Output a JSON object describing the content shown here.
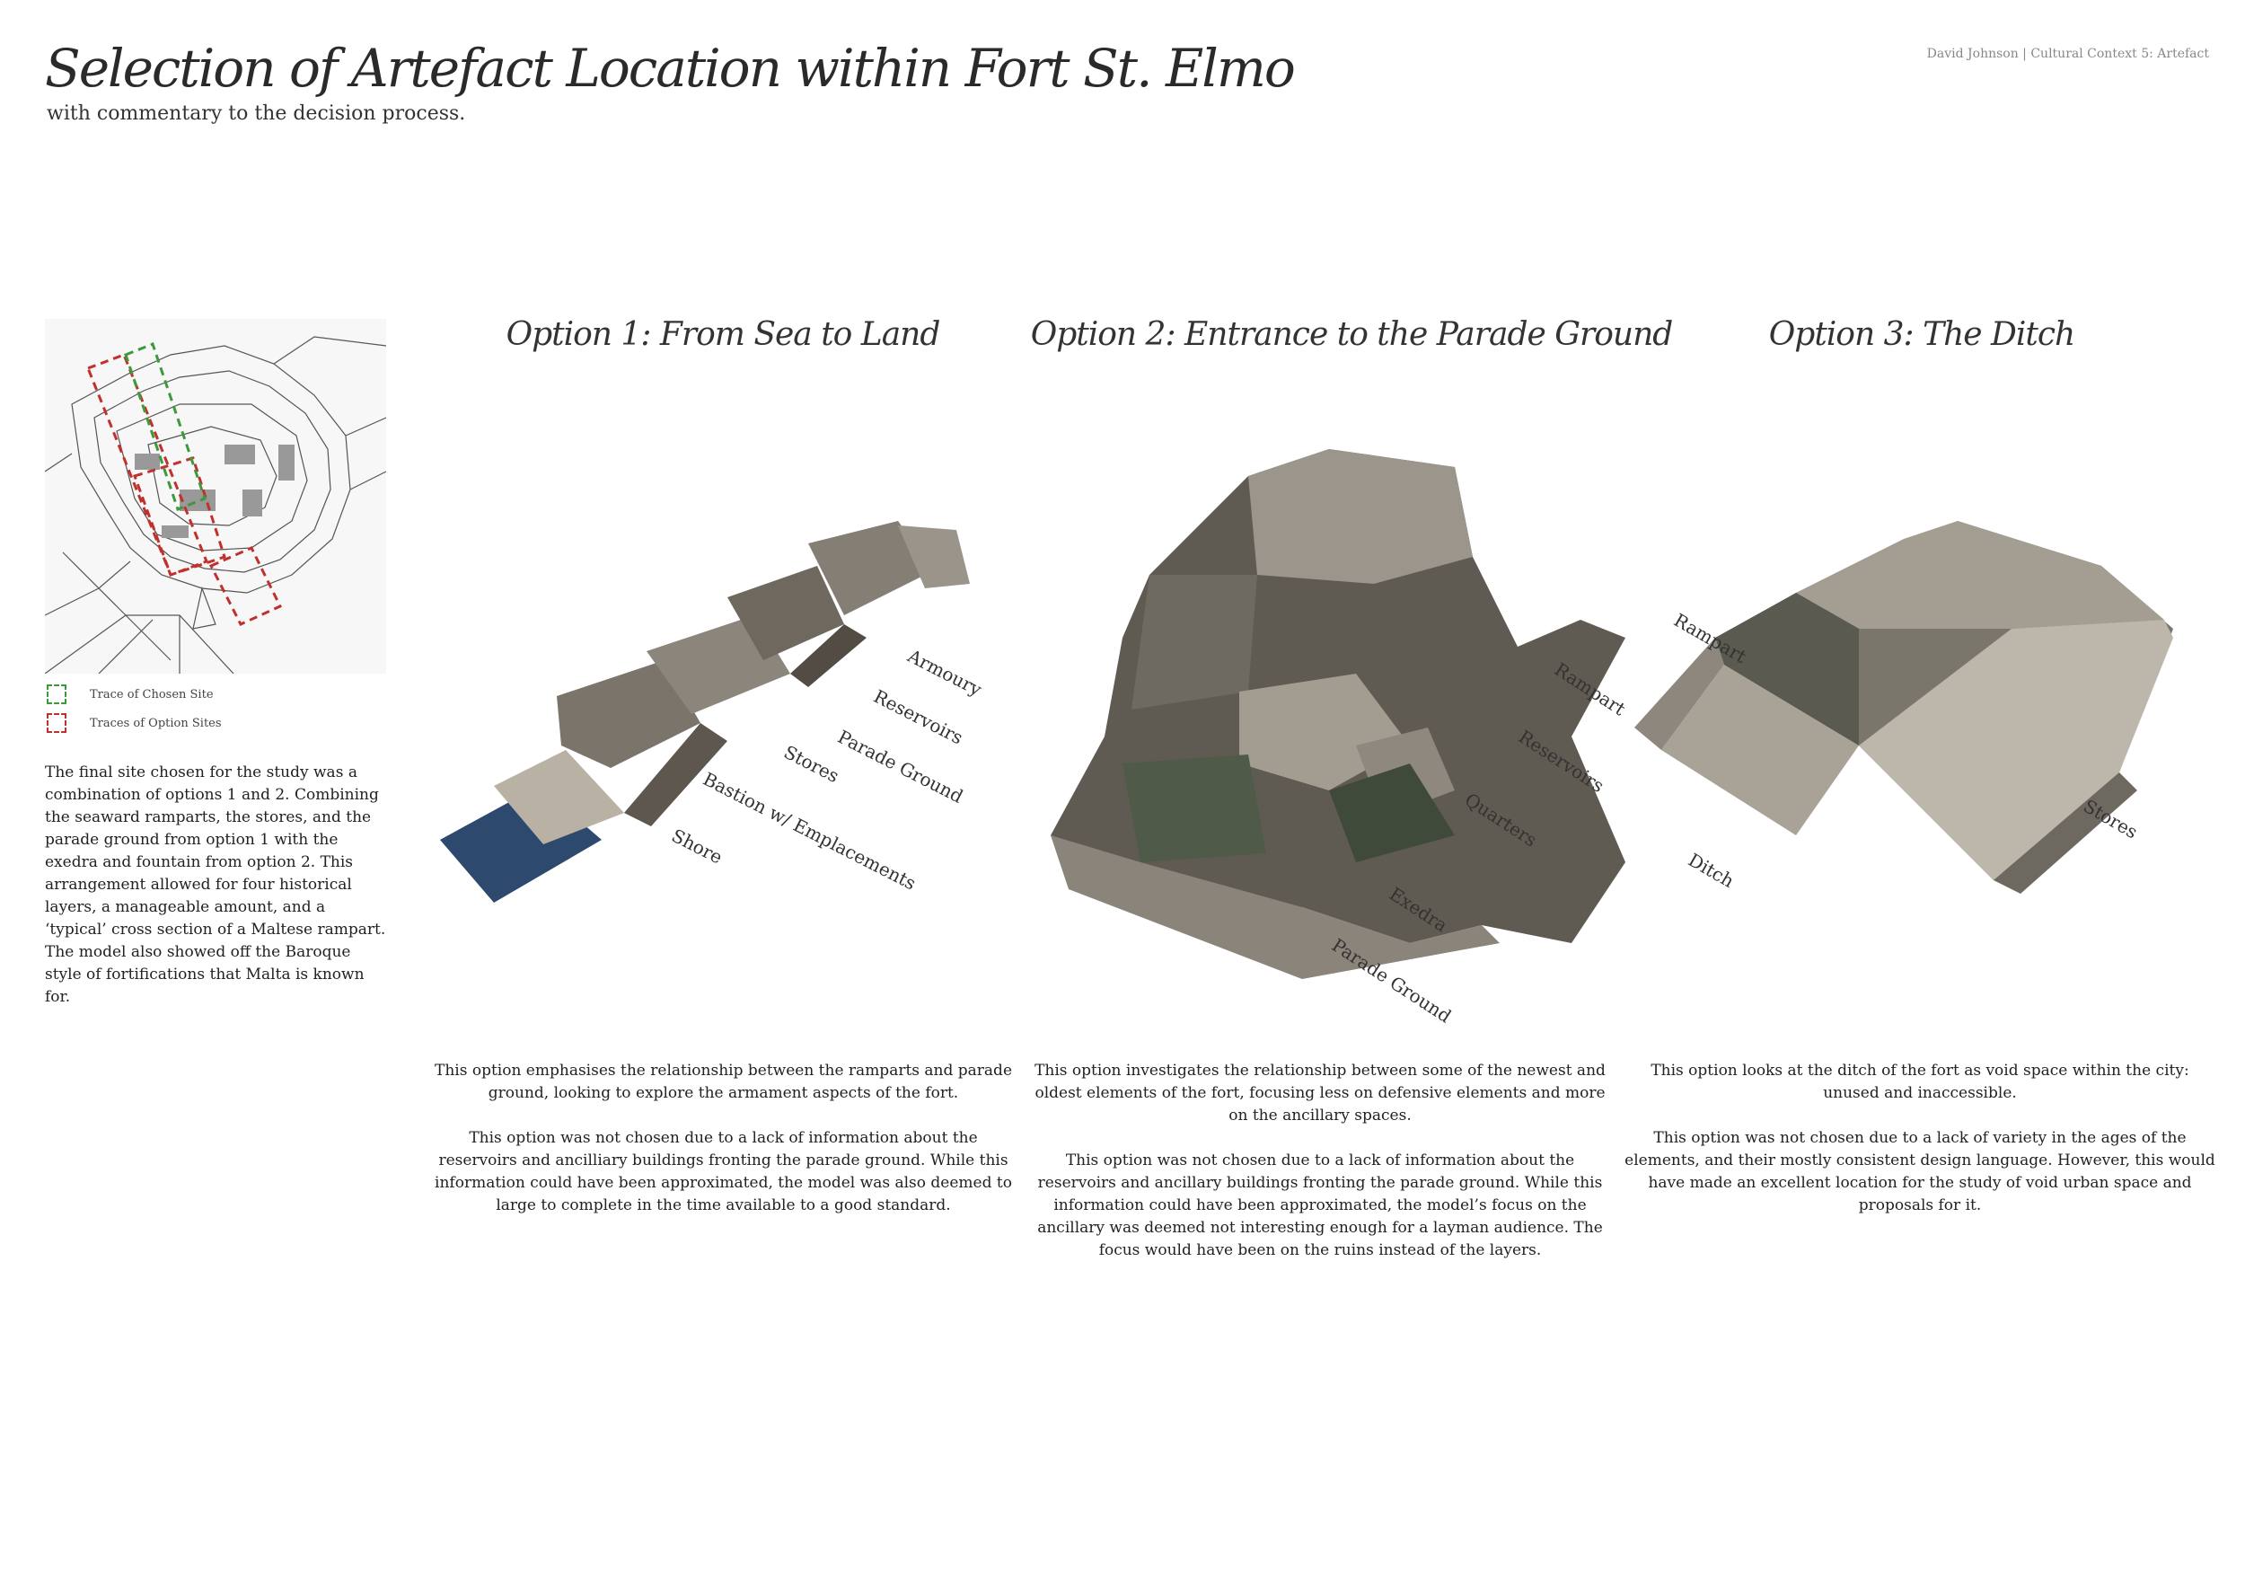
{
  "header": {
    "title": "Selection of Artefact Location within Fort St. Elmo",
    "subtitle": "with commentary to the decision process.",
    "credit": "David Johnson | Cultural Context 5: Artefact"
  },
  "legend": {
    "chosen": "Trace of Chosen Site",
    "options": "Traces of Option Sites"
  },
  "summary": "The final site chosen for the study was a combination of options 1 and 2. Combining the seaward ramparts, the stores, and the parade ground from option 1 with the exedra and fountain from option 2. This arrangement allowed for four historical layers, a manageable amount, and a ‘typical’ cross section of a Maltese rampart. The model also showed off the Baroque style of fortifications that Malta is known for.",
  "options": [
    {
      "heading": "Option 1: From Sea to Land",
      "labels": [
        "Armoury",
        "Reservoirs",
        "Parade Ground",
        "Stores",
        "Bastion w/ Emplacements",
        "Shore"
      ],
      "paragraphs": [
        "This option emphasises the relationship between the ramparts and parade ground, looking to explore the armament aspects of the fort.",
        "This option was not chosen due to a lack of information about the reservoirs and ancilliary buildings fronting the parade ground. While this information could have been approximated, the model was also deemed to large to complete in the time available to a good standard."
      ]
    },
    {
      "heading": "Option 2: Entrance to the Parade Ground",
      "labels": [
        "Rampart",
        "Reservoirs",
        "Quarters",
        "Exedra",
        "Parade Ground"
      ],
      "paragraphs": [
        "This option investigates the relationship between some of the newest and oldest elements of the fort, focusing less on defensive elements and more on the ancillary spaces.",
        "This option was not chosen due to a lack of information about the reservoirs and ancillary buildings fronting the parade ground. While this information could have been approximated, the model’s focus on the ancillary was deemed not interesting enough for a layman audience. The focus would have been on the ruins instead of the layers."
      ]
    },
    {
      "heading": "Option 3: The Ditch",
      "labels": [
        "Rampart",
        "Stores",
        "Ditch"
      ],
      "paragraphs": [
        "This option looks at the ditch of the fort as void space within the city: unused and inaccessible.",
        "This option was not chosen due to a lack of variety in the ages of the elements, and their mostly consistent design language. However, this would have made an excellent location for the study of void urban space and proposals for it."
      ]
    }
  ],
  "colors": {
    "chosen": "#3c9a3c",
    "option": "#c0302c",
    "sea": "#2d4a6e"
  }
}
